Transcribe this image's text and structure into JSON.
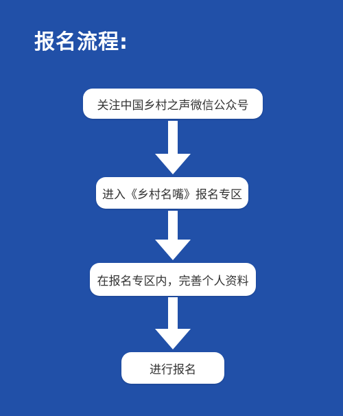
{
  "title": "报名流程:",
  "steps": [
    {
      "label": "关注中国乡村之声微信公众号"
    },
    {
      "label": "进入《乡村名嘴》报名专区"
    },
    {
      "label": "在报名专区内，完善个人资料"
    },
    {
      "label": "进行报名"
    }
  ],
  "colors": {
    "background": "#2150a8",
    "box": "#ffffff",
    "arrow": "#ffffff",
    "text": "#333333"
  }
}
